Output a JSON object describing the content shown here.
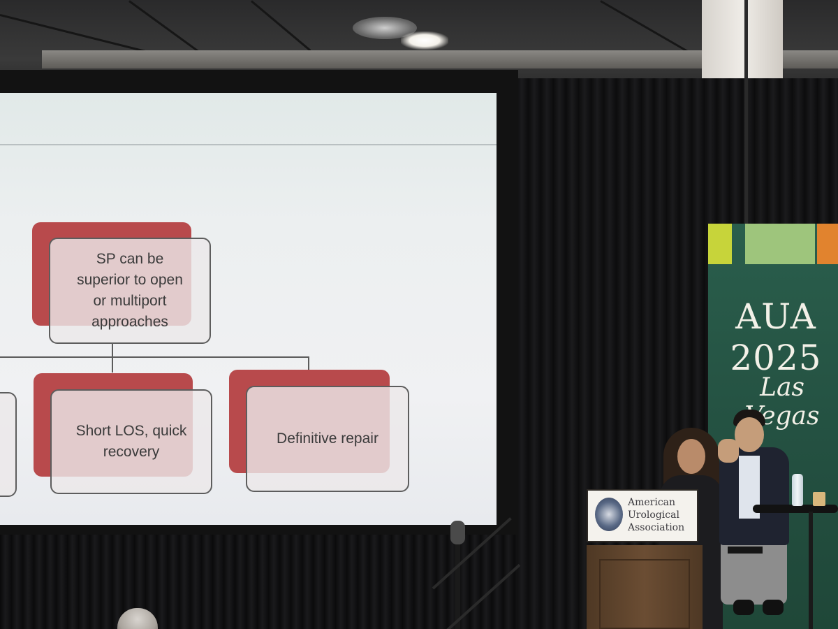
{
  "slide": {
    "top_node": "SP can be\nsuperior to open\nor multiport\napproaches",
    "children": [
      "Short LOS, quick\nrecovery",
      "Definitive repair"
    ]
  },
  "banner": {
    "line1": "AUA",
    "line2": "2025",
    "line3": "Las Vegas"
  },
  "podium_sign": {
    "line1": "American",
    "line2": "Urological",
    "line3": "Association"
  },
  "colors": {
    "slide_node_accent": "#b84a4c",
    "banner_green": "#2a5e4c",
    "banner_yellow": "#c7d43a",
    "banner_light_green": "#9ec57c",
    "banner_orange": "#e1832e"
  }
}
